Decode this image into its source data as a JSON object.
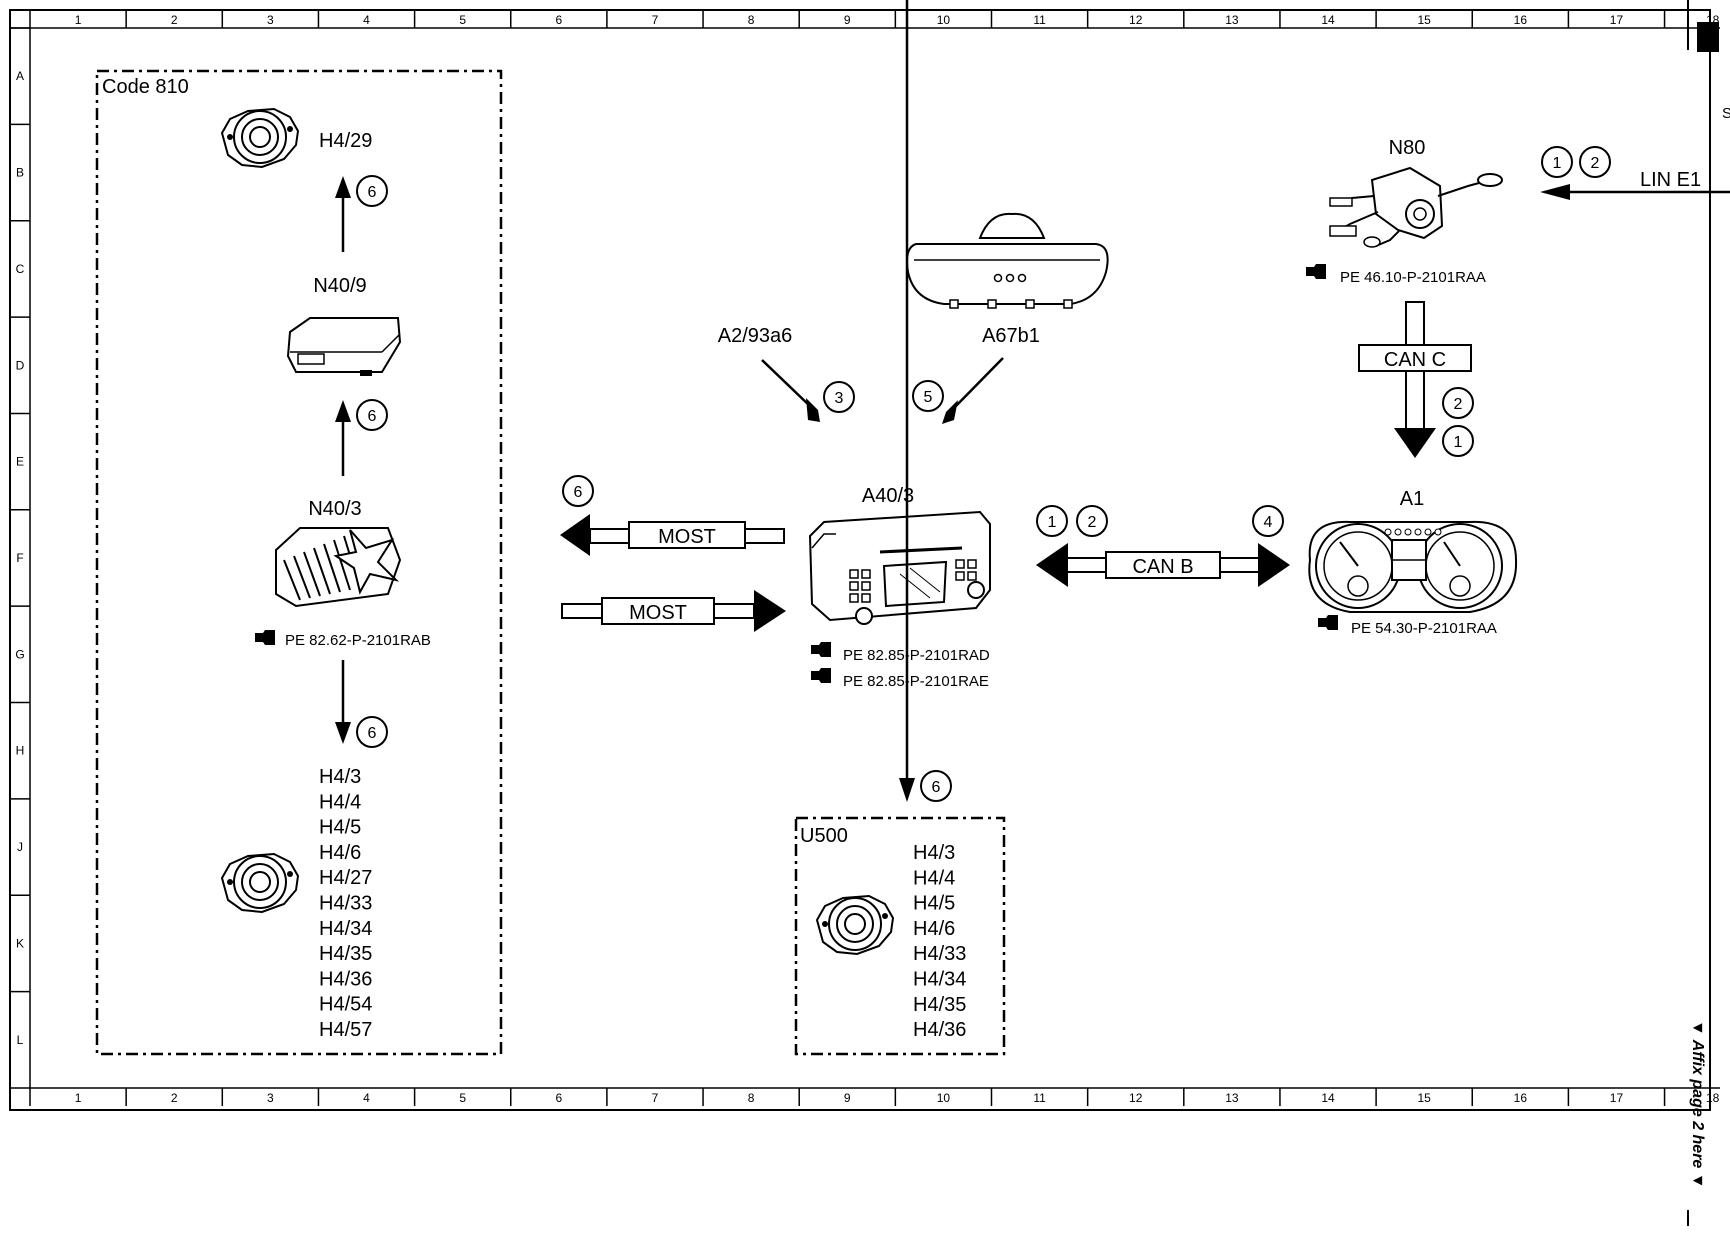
{
  "frame": {
    "columns": [
      "1",
      "2",
      "3",
      "4",
      "5",
      "6",
      "7",
      "8",
      "9",
      "10",
      "11",
      "12",
      "13",
      "14",
      "15",
      "16",
      "17",
      "18"
    ],
    "rows": [
      "A",
      "B",
      "C",
      "D",
      "E",
      "F",
      "G",
      "H",
      "J",
      "K",
      "L"
    ],
    "side_note": "▼ Affix page 2 here ▼",
    "corner_mark": "S"
  },
  "code_box": {
    "title": "Code 810",
    "speaker_top": "H4/29",
    "n40_9": "N40/9",
    "n40_3": "N40/3",
    "n40_3_ref": "PE 82.62-P-2101RAB",
    "speakers": [
      "H4/3",
      "H4/4",
      "H4/5",
      "H4/6",
      "H4/27",
      "H4/33",
      "H4/34",
      "H4/35",
      "H4/36",
      "H4/54",
      "H4/57"
    ]
  },
  "head_unit": {
    "label": "A40/3",
    "refs": [
      "PE 82.85-P-2101RAD",
      "PE 82.85-P-2101RAE"
    ]
  },
  "mic": {
    "label": "A2/93a6"
  },
  "mirror": {
    "label": "A67b1"
  },
  "n80": {
    "label": "N80",
    "ref": "PE 46.10-P-2101RAA"
  },
  "cluster": {
    "label": "A1",
    "ref": "PE 54.30-P-2101RAA"
  },
  "u500": {
    "title": "U500",
    "speakers": [
      "H4/3",
      "H4/4",
      "H4/5",
      "H4/6",
      "H4/33",
      "H4/34",
      "H4/35",
      "H4/36"
    ]
  },
  "buses": {
    "most_out": "MOST",
    "most_in": "MOST",
    "can_b": "CAN B",
    "can_c": "CAN C",
    "lin": "LIN E1"
  },
  "markers": {
    "m1": "1",
    "m2": "2",
    "m3": "3",
    "m4": "4",
    "m5": "5",
    "m6": "6"
  }
}
